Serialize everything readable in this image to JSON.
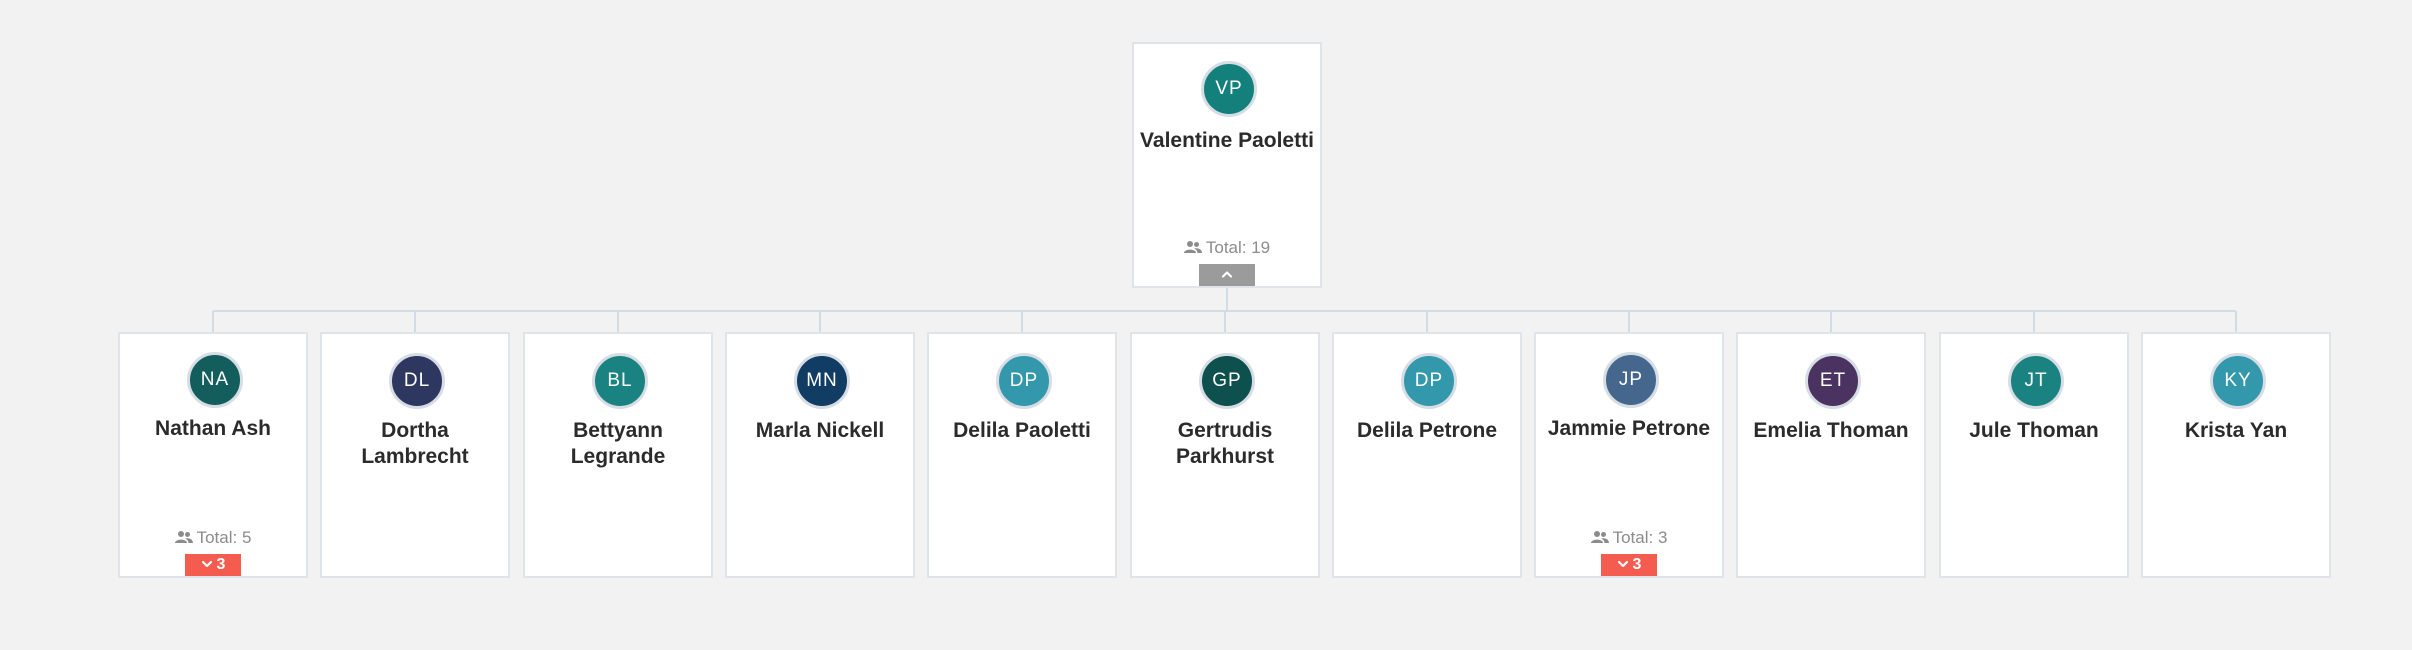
{
  "root": {
    "initials": "VP",
    "name": "Valentine Paoletti",
    "total": "Total: 19",
    "avatar_color": "#14807c"
  },
  "children": [
    {
      "initials": "NA",
      "name": "Nathan Ash",
      "avatar_color": "#135e5c",
      "total": "Total: 5",
      "expand_count": "3"
    },
    {
      "initials": "DL",
      "name": "Dortha Lambrecht",
      "avatar_color": "#2e3760"
    },
    {
      "initials": "BL",
      "name": "Bettyann Legrande",
      "avatar_color": "#1a8381"
    },
    {
      "initials": "MN",
      "name": "Marla Nickell",
      "avatar_color": "#113c63"
    },
    {
      "initials": "DP",
      "name": "Delila Paoletti",
      "avatar_color": "#3398ab"
    },
    {
      "initials": "GP",
      "name": "Gertrudis Parkhurst",
      "avatar_color": "#0d504d"
    },
    {
      "initials": "DP",
      "name": "Delila Petrone",
      "avatar_color": "#3398ab"
    },
    {
      "initials": "JP",
      "name": "Jammie Petrone",
      "avatar_color": "#45678d",
      "total": "Total: 3",
      "expand_count": "3"
    },
    {
      "initials": "ET",
      "name": "Emelia Thoman",
      "avatar_color": "#4a3360"
    },
    {
      "initials": "JT",
      "name": "Jule Thoman",
      "avatar_color": "#1a8381"
    },
    {
      "initials": "KY",
      "name": "Krista Yan",
      "avatar_color": "#3398ab"
    }
  ],
  "colors": {
    "background": "#f2f2f2",
    "card_border": "#dfe4ea",
    "connector": "#d3dbe4",
    "collapse_button": "#9b9b9b",
    "expand_button": "#f35c4e"
  },
  "icons": {
    "total": "people-icon",
    "collapse": "chevron-up-icon",
    "expand": "chevron-down-icon"
  }
}
